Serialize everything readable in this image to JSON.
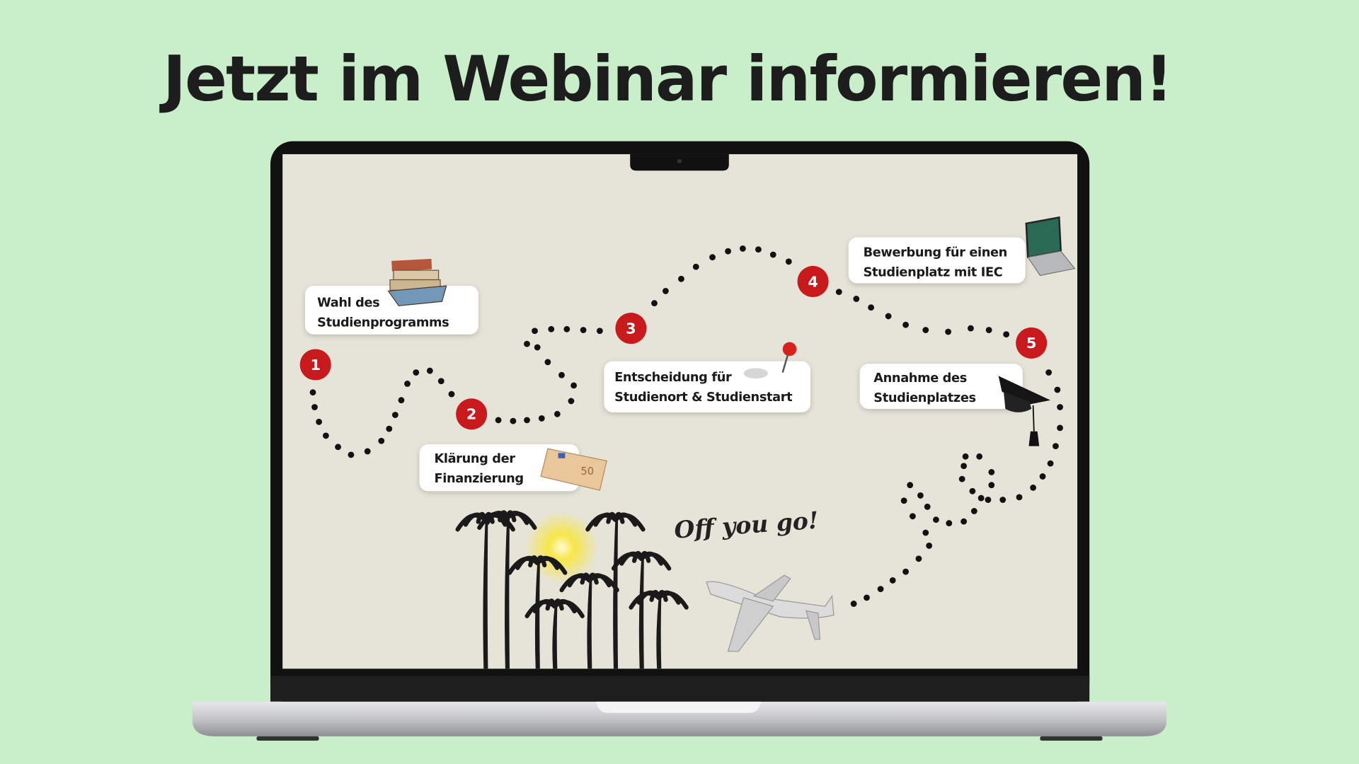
{
  "headline": "Jetzt im Webinar informieren!",
  "colors": {
    "background": "#c9efca",
    "screen": "#e6e3d8",
    "step_marker": "#c8191c",
    "dots": "#111111"
  },
  "steps": [
    {
      "number": "1",
      "line1": "Wahl des",
      "line2": "Studienprogramms",
      "icon": "books-icon"
    },
    {
      "number": "2",
      "line1": "Klärung der",
      "line2": "Finanzierung",
      "icon": "euro-banknote-icon"
    },
    {
      "number": "3",
      "line1": "Entscheidung für",
      "line2": "Studienort & Studienstart",
      "icon": "map-pin-icon"
    },
    {
      "number": "4",
      "line1": "Bewerbung für einen",
      "line2": "Studienplatz mit IEC",
      "icon": "laptop-icon"
    },
    {
      "number": "5",
      "line1": "Annahme des",
      "line2": "Studienplatzes",
      "icon": "graduation-cap-icon"
    }
  ],
  "slogan": "Off you go!"
}
